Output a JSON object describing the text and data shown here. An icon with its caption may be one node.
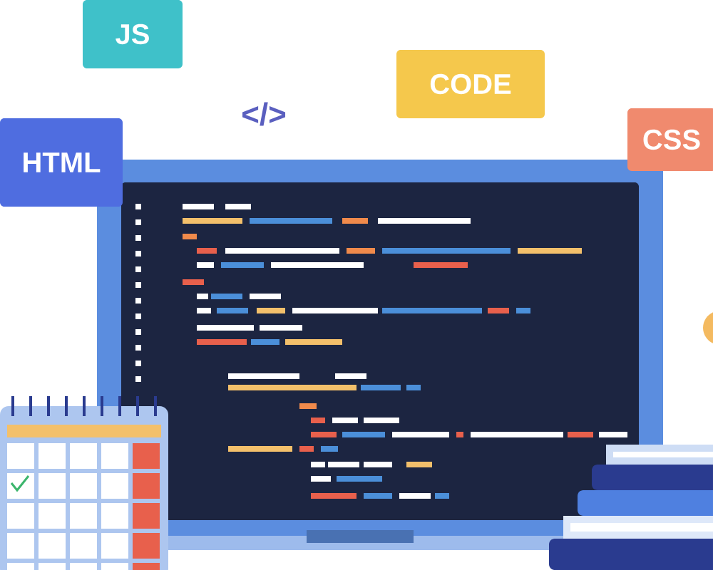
{
  "diagram": {
    "nodes": [
      {
        "text": [
          "JS"
        ]
      },
      {
        "text": [
          "CODE"
        ]
      },
      {
        "text": [
          "HTML"
        ]
      },
      {
        "text": [
          "CSS"
        ]
      }
    ],
    "labels": [
      "</>"
    ]
  }
}
